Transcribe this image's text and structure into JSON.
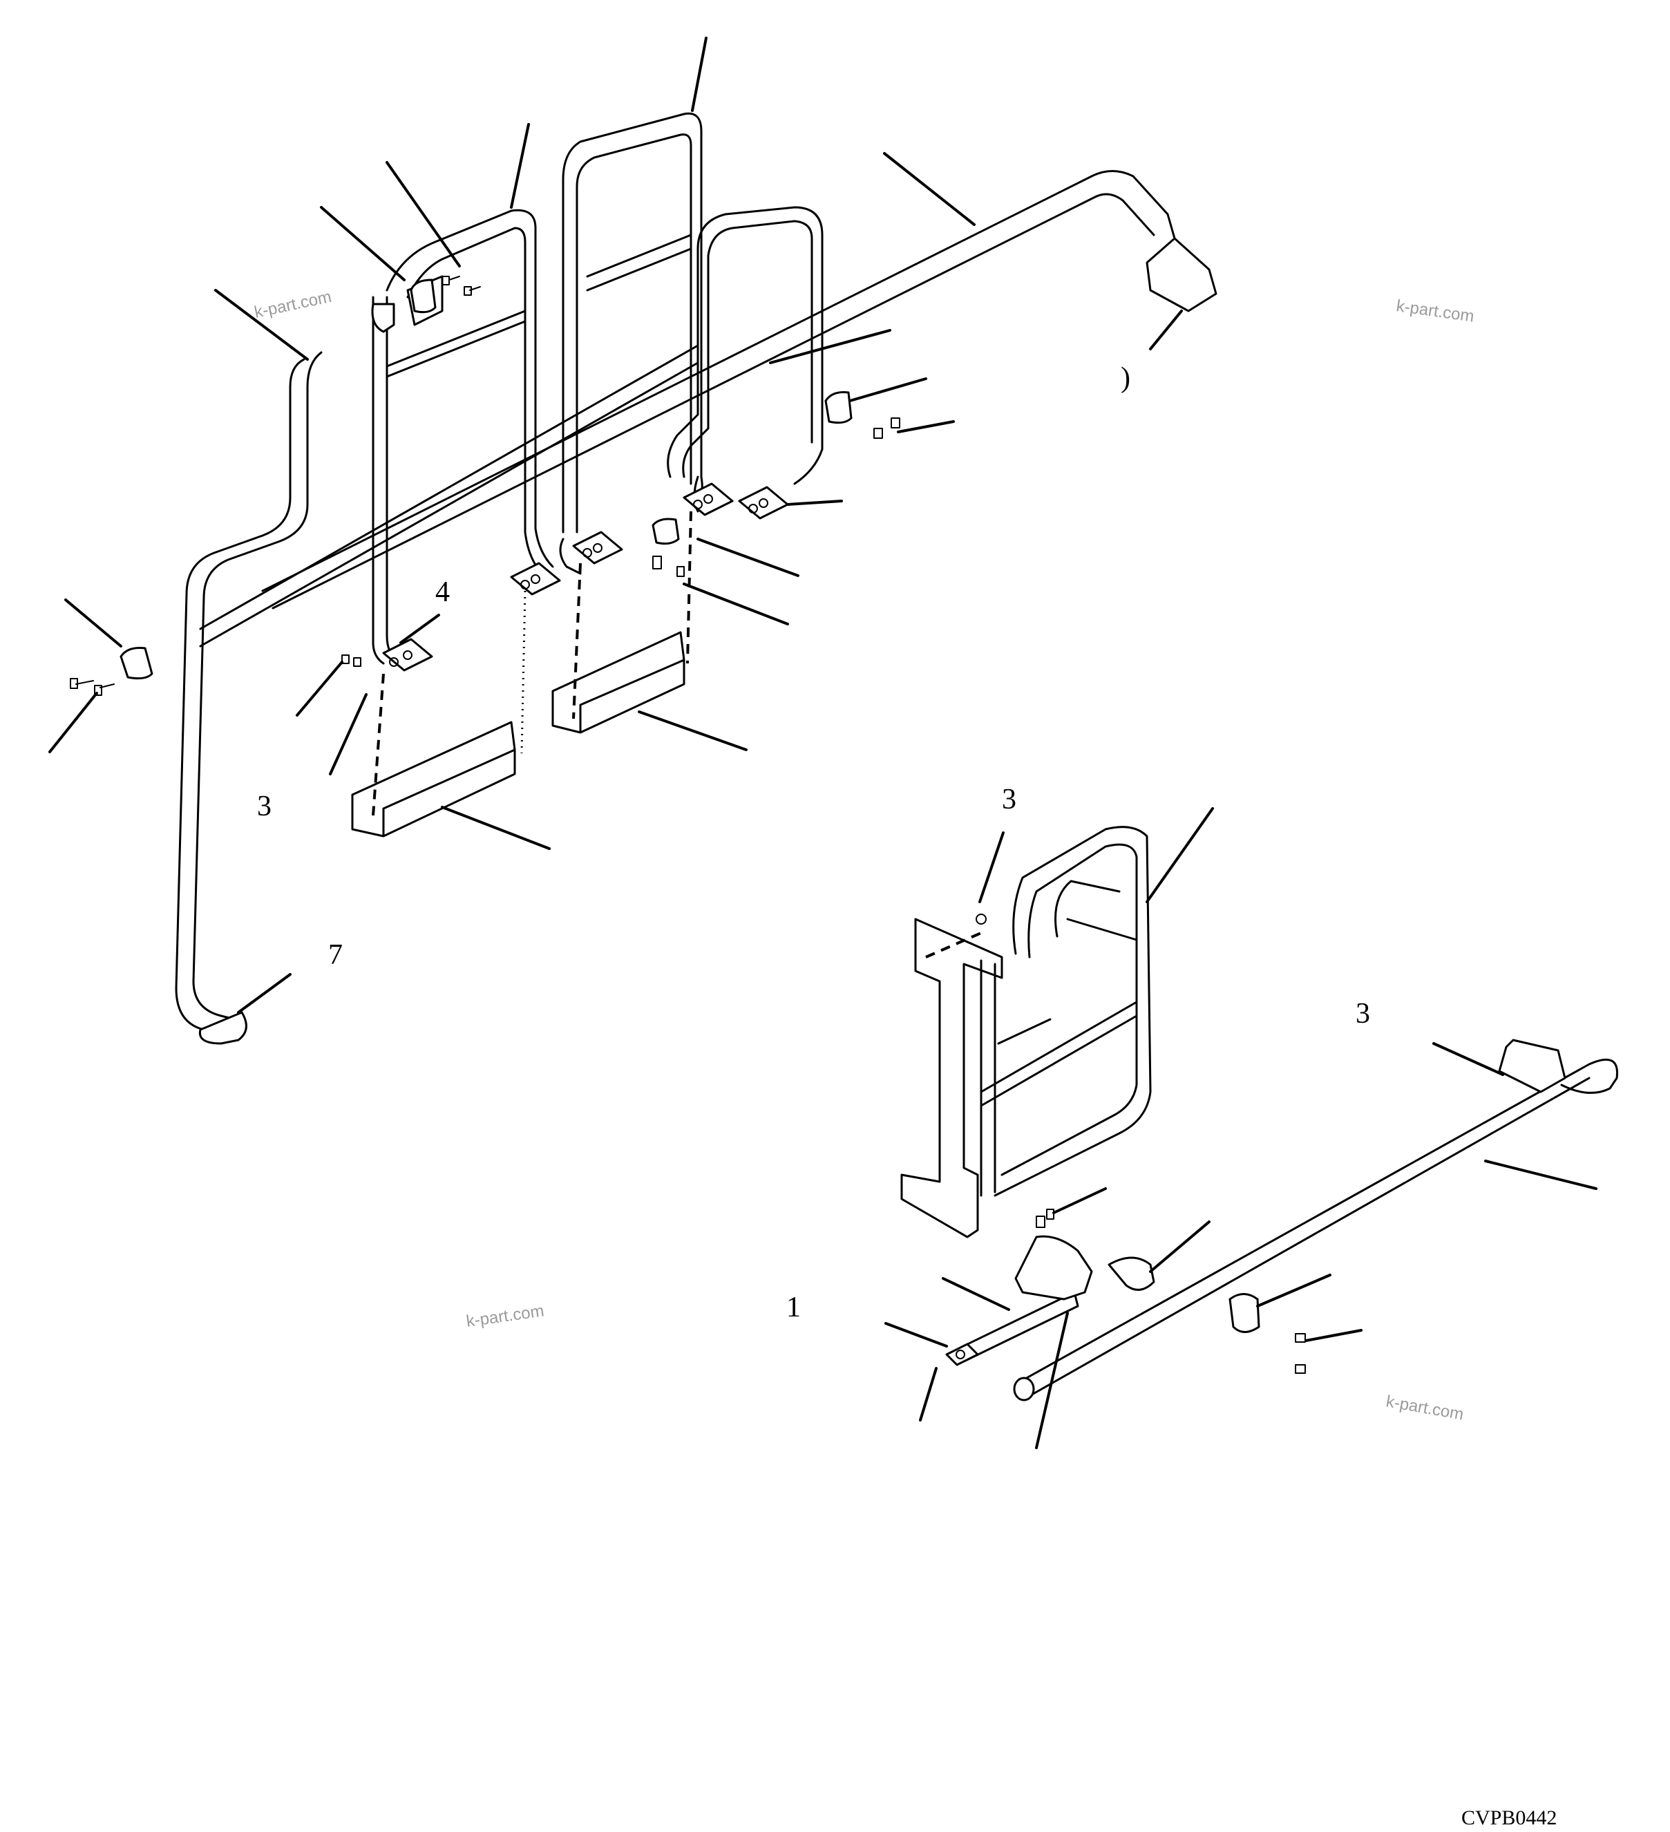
{
  "diagram": {
    "drawing_code": "CVPB0442",
    "watermark": "k-part.com",
    "callouts": [
      "4",
      "3",
      "7",
      "3",
      "3",
      "1",
      ")"
    ]
  }
}
